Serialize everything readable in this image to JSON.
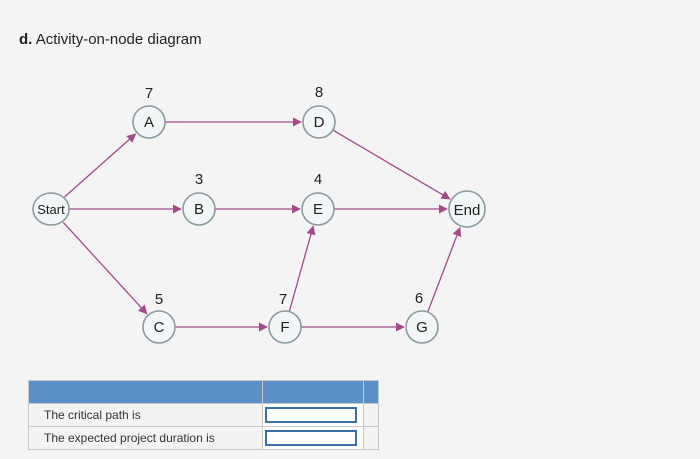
{
  "title": {
    "part": "d.",
    "text": "Activity-on-node diagram"
  },
  "nodes": {
    "start": {
      "label": "Start"
    },
    "a": {
      "label": "A",
      "duration": "7"
    },
    "b": {
      "label": "B",
      "duration": "3"
    },
    "c": {
      "label": "C",
      "duration": "5"
    },
    "d": {
      "label": "D",
      "duration": "8"
    },
    "e": {
      "label": "E",
      "duration": "4"
    },
    "f": {
      "label": "F",
      "duration": "7"
    },
    "g": {
      "label": "G",
      "duration": "6"
    },
    "end": {
      "label": "End"
    }
  },
  "edges": [
    [
      "start",
      "a"
    ],
    [
      "start",
      "b"
    ],
    [
      "start",
      "c"
    ],
    [
      "a",
      "d"
    ],
    [
      "b",
      "e"
    ],
    [
      "c",
      "f"
    ],
    [
      "f",
      "e"
    ],
    [
      "f",
      "g"
    ],
    [
      "d",
      "end"
    ],
    [
      "e",
      "end"
    ],
    [
      "g",
      "end"
    ]
  ],
  "table": {
    "critical_path_label": "The critical path is",
    "duration_label": "The expected project duration is",
    "critical_path_value": "",
    "duration_value": ""
  },
  "colors": {
    "edge": "#a24a8a",
    "header": "#5b8fc7",
    "input_border": "#3a6fae"
  }
}
